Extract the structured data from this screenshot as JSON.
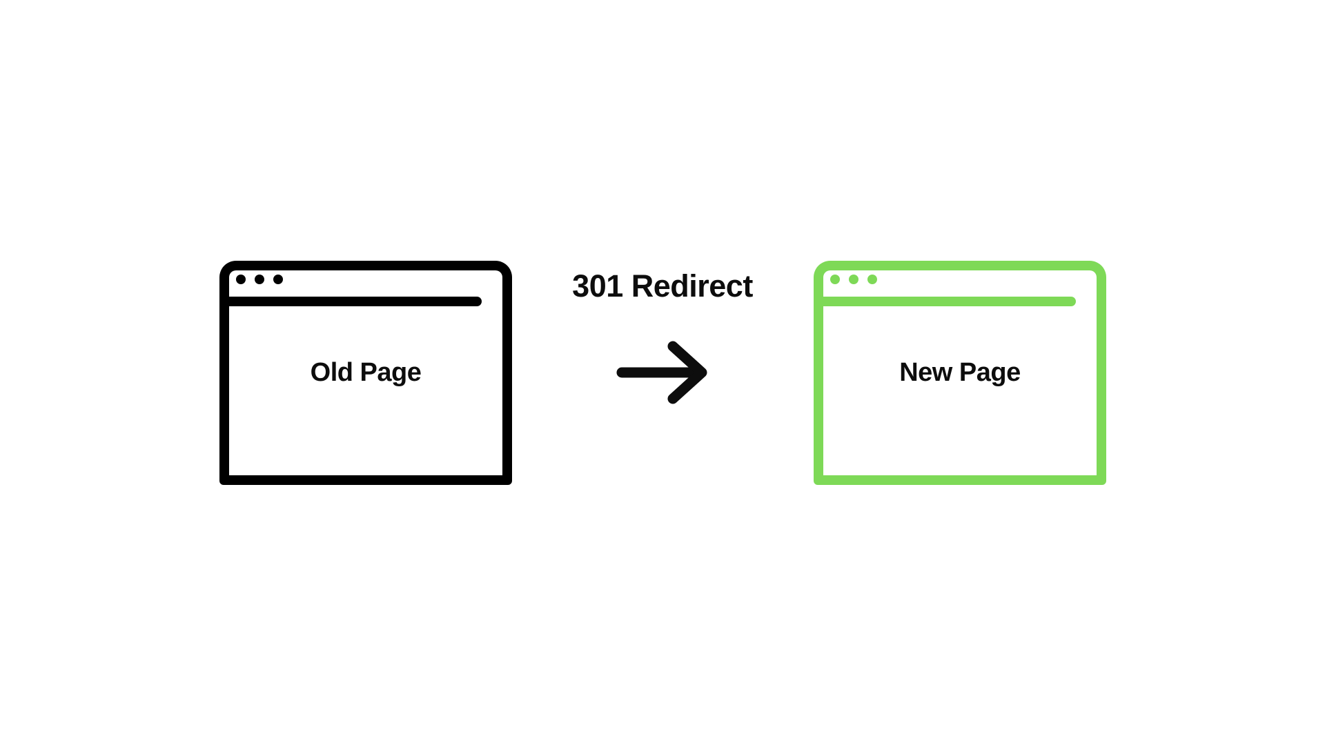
{
  "colors": {
    "background": "#ffffff",
    "window_old": "#000000",
    "window_new": "#7ED957",
    "text": "#0d0d0d"
  },
  "diagram": {
    "redirect_label": "301 Redirect",
    "arrow_icon": "right-arrow",
    "old_window": {
      "label": "Old Page"
    },
    "new_window": {
      "label": "New Page"
    }
  }
}
